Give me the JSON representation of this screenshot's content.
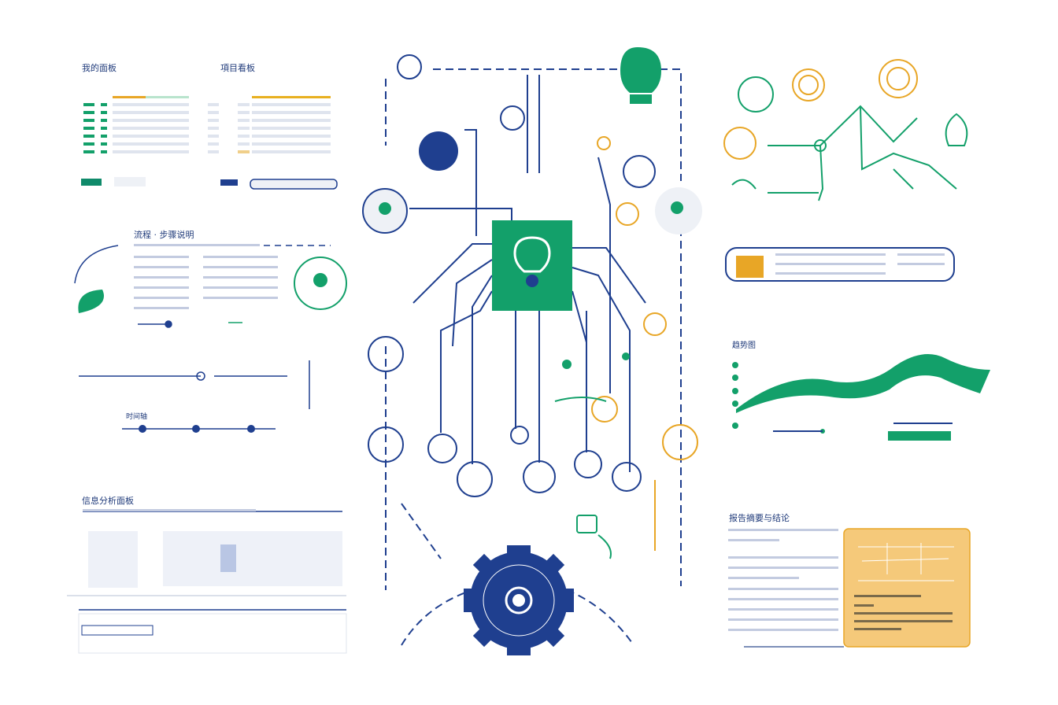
{
  "colors": {
    "navy": "#1f3f8f",
    "green": "#13a06a",
    "orange": "#e8a626",
    "light": "#dfe4ee",
    "peach": "#f5c97a"
  },
  "panels": {
    "top_left_title": "我的面板",
    "top_mid_title": "項目看板",
    "process_title": "流程 · 步骤说明",
    "timeline_title": "时间轴",
    "bottom_left_title": "信息分析面板",
    "right_chart_title": "趋势图",
    "right_bottom_title": "报告摘要与结论"
  }
}
